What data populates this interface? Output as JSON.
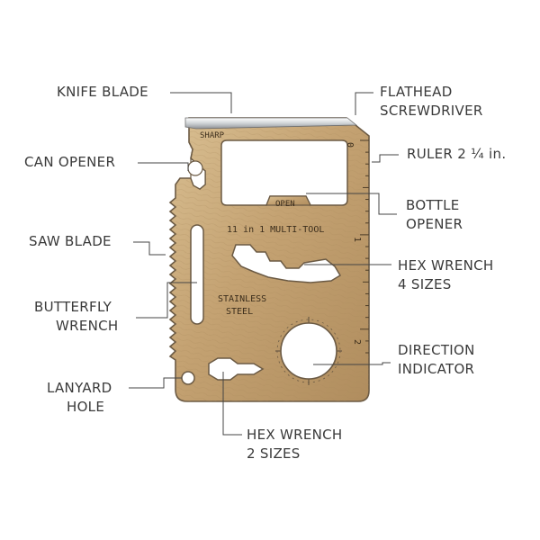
{
  "labels": {
    "knife_blade": "KNIFE BLADE",
    "flathead": [
      "FLATHEAD",
      "SCREWDRIVER"
    ],
    "can_opener": "CAN OPENER",
    "ruler": "RULER 2 ¼ in.",
    "saw_blade": "SAW BLADE",
    "bottle_opener": [
      "BOTTLE",
      "OPENER"
    ],
    "hex_wrench_4": [
      "HEX WRENCH",
      "4 SIZES"
    ],
    "butterfly_wrench": [
      "BUTTERFLY",
      "WRENCH"
    ],
    "direction_indicator": [
      "DIRECTION",
      "INDICATOR"
    ],
    "lanyard_hole": [
      "LANYARD",
      "HOLE"
    ],
    "hex_wrench_2": [
      "HEX WRENCH",
      "2 SIZES"
    ]
  },
  "card_text": {
    "sharp": "SHARP",
    "open": "OPEN",
    "model": "11 in 1 MULTI-TOOL",
    "material_line1": "STAINLESS",
    "material_line2": "STEEL",
    "ruler_marks": [
      "0",
      "1",
      "2"
    ]
  },
  "colors": {
    "label_text": "#3a3a3a",
    "leader_line": "#444444",
    "card_fill": "#c9a978",
    "card_edge": "#6b5a44",
    "engraving": "#3c2e1c"
  }
}
